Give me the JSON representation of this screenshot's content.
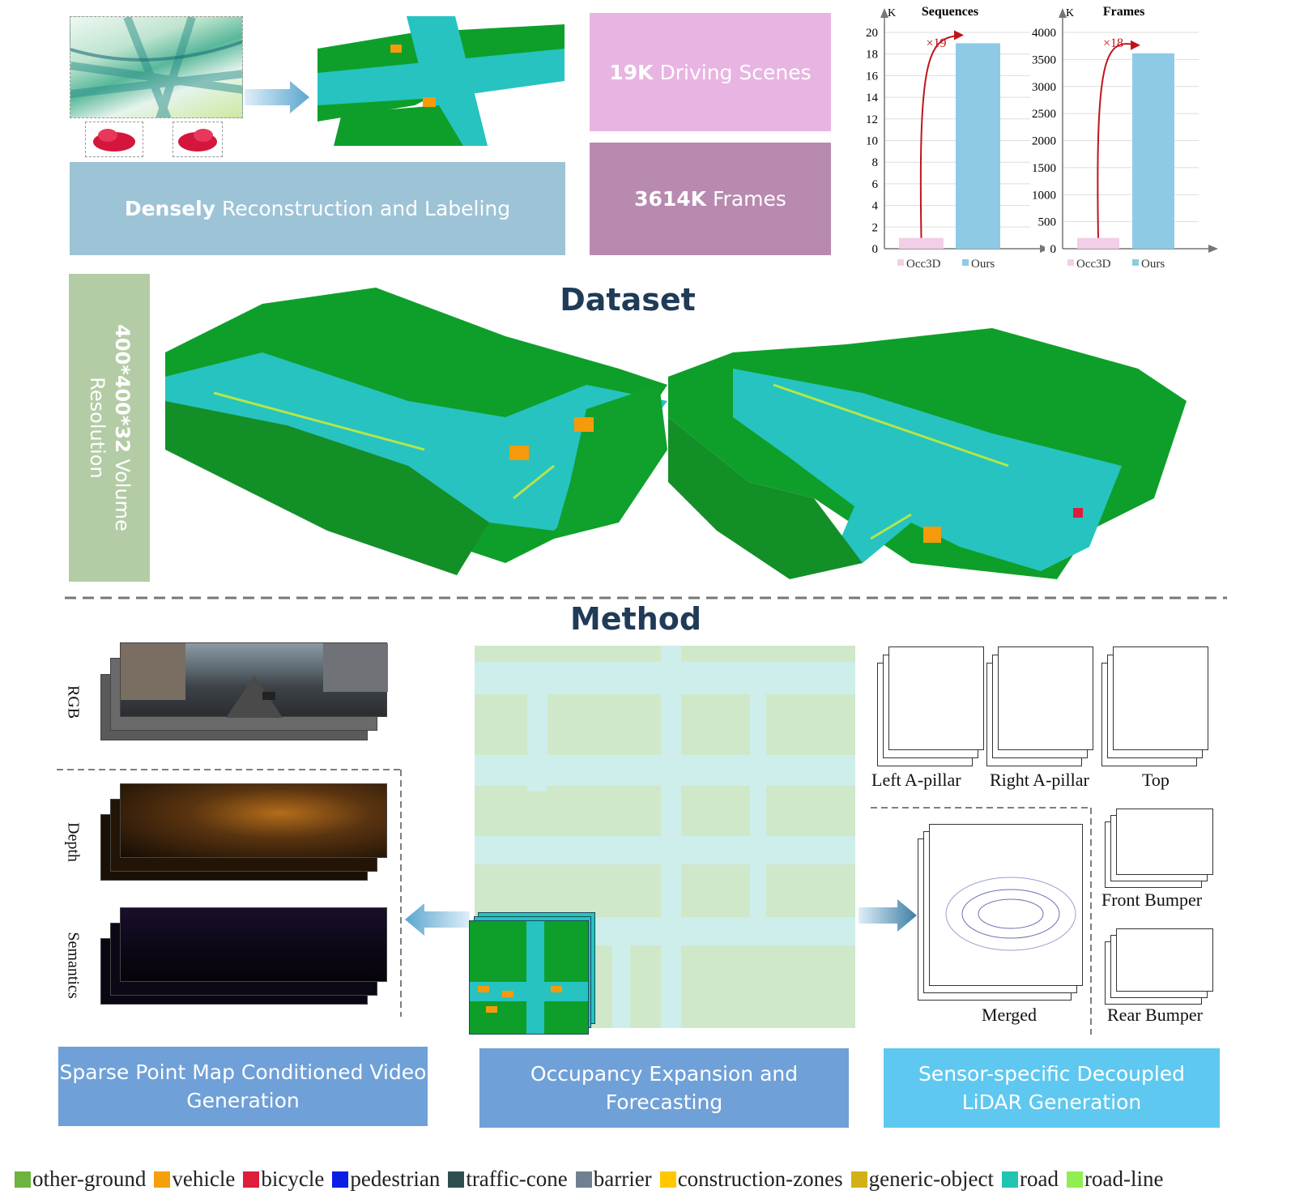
{
  "top": {
    "reconstruction_bold": "Densely",
    "reconstruction_rest": " Reconstruction and Labeling",
    "scenes_bold": "19K",
    "scenes_rest": " Driving Scenes",
    "frames_bold": "3614K",
    "frames_rest": " Frames"
  },
  "chart_data": [
    {
      "type": "bar",
      "title": "Sequences",
      "unit": "K",
      "categories": [
        "Occ3D",
        "Ours"
      ],
      "values": [
        1,
        19
      ],
      "ylim": [
        0,
        20
      ],
      "yticks": [
        0,
        2,
        4,
        6,
        8,
        10,
        12,
        14,
        16,
        18,
        20
      ],
      "annotation": "×19",
      "colors": [
        "#f2cfe6",
        "#8ecae6"
      ],
      "grid": true,
      "legend": "bottom"
    },
    {
      "type": "bar",
      "title": "Frames",
      "unit": "K",
      "categories": [
        "Occ3D",
        "Ours"
      ],
      "values": [
        200,
        3614
      ],
      "ylim": [
        0,
        4000
      ],
      "yticks": [
        0,
        500,
        1000,
        1500,
        2000,
        2500,
        3000,
        3500,
        4000
      ],
      "annotation": "×18",
      "colors": [
        "#f2cfe6",
        "#8ecae6"
      ],
      "grid": true,
      "legend": "bottom"
    }
  ],
  "dataset": {
    "heading": "Dataset",
    "resolution_bold": "400*400*32",
    "resolution_rest": " Volume Resolution"
  },
  "method": {
    "heading": "Method",
    "rgb_label": "RGB",
    "depth_label": "Depth",
    "semantics_label": "Semantics",
    "lidar_labels": {
      "left_a_pillar": "Left A-pillar",
      "right_a_pillar": "Right A-pillar",
      "top": "Top",
      "merged": "Merged",
      "front_bumper": "Front Bumper",
      "rear_bumper": "Rear Bumper"
    },
    "box_video": "Sparse Point Map Conditioned Video Generation",
    "box_occupancy": "Occupancy Expansion and Forecasting",
    "box_lidar": "Sensor-specific Decoupled LiDAR Generation"
  },
  "legend": [
    {
      "label": "other-ground",
      "color": "#6cb33f"
    },
    {
      "label": "vehicle",
      "color": "#f5a00a"
    },
    {
      "label": "bicycle",
      "color": "#dc1e3c"
    },
    {
      "label": "pedestrian",
      "color": "#0a1ee6"
    },
    {
      "label": "traffic-cone",
      "color": "#2f4f4f"
    },
    {
      "label": "barrier",
      "color": "#708090"
    },
    {
      "label": "construction-zones",
      "color": "#ffc800"
    },
    {
      "label": "generic-object",
      "color": "#d4b018"
    },
    {
      "label": "road",
      "color": "#20c4b0"
    },
    {
      "label": "road-line",
      "color": "#90ee50"
    }
  ]
}
